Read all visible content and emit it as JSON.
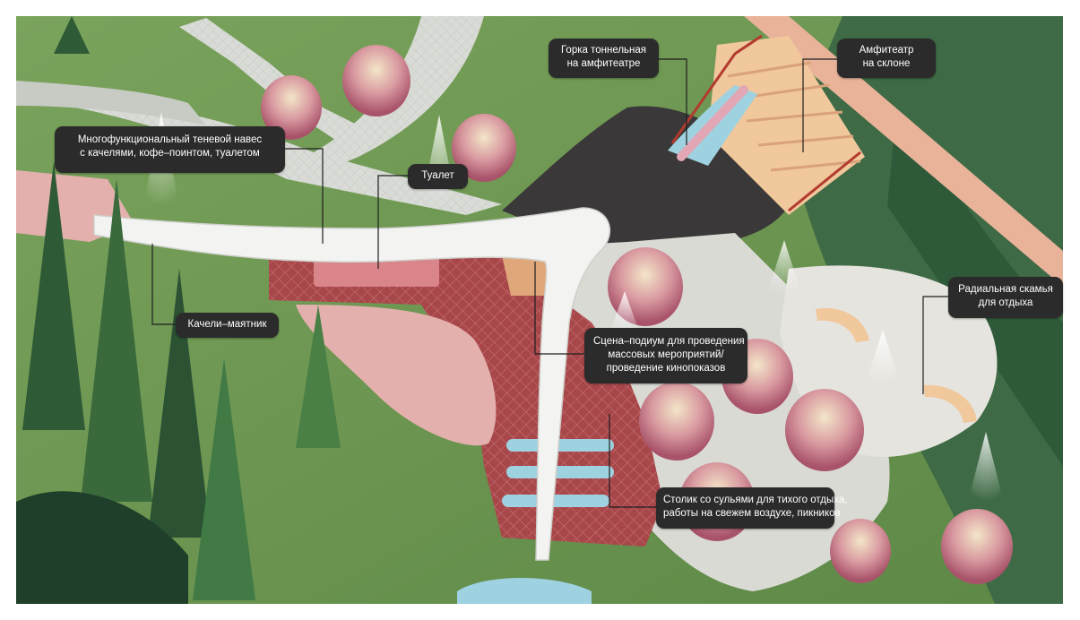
{
  "labels": {
    "canopy": [
      "Многофункциональный теневой навес",
      "с качелями, кофе–поинтом, туалетом"
    ],
    "toilet": [
      "Туалет"
    ],
    "swings": [
      "Качели–маятник"
    ],
    "slide": [
      "Горка тоннельная",
      "на амфитеатре"
    ],
    "amphitheatre": [
      "Амфитеатр",
      "на склоне"
    ],
    "bench": [
      "Радиальная скамья",
      "для отдыха"
    ],
    "stage": [
      "Сцена–подиум для проведения",
      "массовых мероприятий/",
      "проведение кинопоказов"
    ],
    "tables": [
      "Столик со сульями для тихого отдыха,",
      "работы на свежем воздухе, пикников"
    ]
  },
  "palette": {
    "lawn": "#6f9a55",
    "lawn_dark": "#4f7a3c",
    "forest": "#2f5a3a",
    "path": "#d9dbd6",
    "asphalt": "#3a3838",
    "brick": "#a8474a",
    "pink_pad": "#e3b0ad",
    "wood": "#f1c79c",
    "canopy": "#f3f3f1",
    "water": "#9fd2e0",
    "callout_bg": "#2b2b2b"
  }
}
